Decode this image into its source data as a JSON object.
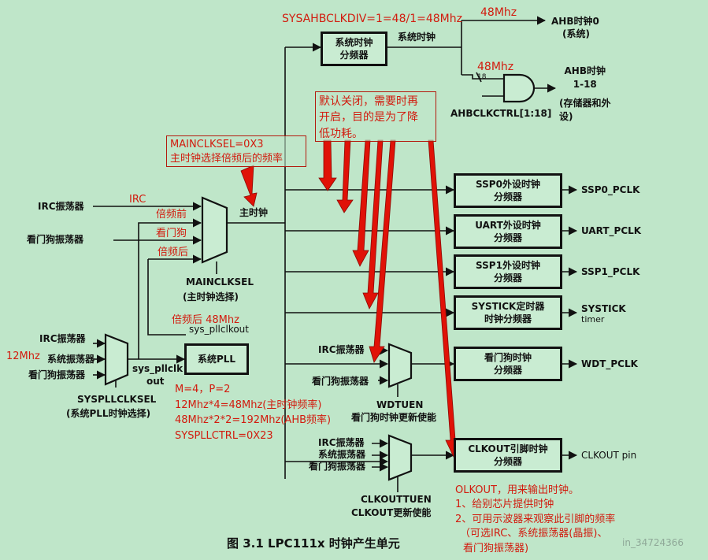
{
  "boxes": {
    "sysclk_div": [
      "系统时钟",
      "分频器"
    ],
    "ssp0": [
      "SSP0外设时钟",
      "分频器"
    ],
    "uart": [
      "UART外设时钟",
      "分频器"
    ],
    "ssp1": [
      "SSP1外设时钟",
      "分频器"
    ],
    "systick": [
      "SYSTICK定时器",
      "时钟分频器"
    ],
    "wdt": [
      "看门狗时钟",
      "分频器"
    ],
    "clkout": [
      "CLKOUT引脚时钟",
      "分频器"
    ],
    "syspll": "系统PLL"
  },
  "labels": {
    "sysahb": "SYSAHBCLKDIV=1=48/1=48Mhz",
    "sys_clock": "系统时钟",
    "mhz48_top": "48Mhz",
    "mhz48_gate": "48Mhz",
    "bus18": "18",
    "ahb0": [
      "AHB时钟0",
      "(系统)"
    ],
    "ahb118": [
      "AHB时钟",
      "1-18",
      "(存储器和外",
      "设)"
    ],
    "ahbclkctrl": "AHBCLKCTRL[1:18]",
    "mainclksel_reg": [
      "MAINCLKSEL=0X3",
      "主时钟选择倍频后的频率"
    ],
    "irc_osc_main": "IRC振荡器",
    "irc_red": "IRC",
    "wdt_osc_main": "看门狗振荡器",
    "before_mult": "倍频前",
    "wdt_red": "看门狗",
    "after_mult": "倍频后",
    "main_clock": "主时钟",
    "mainclksel": "MAINCLKSEL",
    "mainclksel_sub": "(主时钟选择)",
    "after_mult_48": "倍频后 48Mhz",
    "sys_pllclkout": "sys_pllclkout",
    "irc_osc_pll": "IRC振荡器",
    "mhz12": "12Mhz",
    "sys_osc_pll": "系统振荡器",
    "wdt_osc_pll": "看门狗振荡器",
    "sys_pllclk_out": [
      "sys_pllclk",
      "out"
    ],
    "syspllclksel": "SYSPLLCLKSEL",
    "syspllclksel_sub": "(系统PLL时钟选择)",
    "pll_params": [
      "M=4，P=2",
      "12Mhz*4=48Mhz(主时钟频率)",
      "48Mhz*2*2=192Mhz(AHB频率)",
      "SYSPLLCTRL=0X23"
    ],
    "irc_osc_wdt": "IRC振荡器",
    "wdt_osc_wdt": "看门狗振荡器",
    "wdtuen": "WDTUEN",
    "wdtuen_sub": "看门狗时钟更新使能",
    "irc_osc_clk": "IRC振荡器",
    "sys_osc_clk": "系统振荡器",
    "wdt_osc_clk": "看门狗振荡器",
    "clkouttuen": "CLKOUTTUEN",
    "clkout_update": "CLKOUT更新使能",
    "ssp0_pclk": "SSP0_PCLK",
    "uart_pclk": "UART_PCLK",
    "ssp1_pclk": "SSP1_PCLK",
    "systick_out": [
      "SYSTICK",
      "timer"
    ],
    "wdt_pclk": "WDT_PCLK",
    "clkout_pin": "CLKOUT pin",
    "note_default": [
      "默认关闭，需要时再",
      "开启，目的是为了降",
      "低功耗。"
    ],
    "clkout_note": [
      "OLKOUT，用来输出时钟。",
      "1、给别芯片提供时钟",
      "2、可用示波器来观察此引脚的频率",
      "（可选IRC、系统振荡器(晶振)、",
      "看门狗振荡器)"
    ],
    "caption": "图 3.1    LPC111x 时钟产生单元",
    "watermark": "in_34724366"
  },
  "colors": {
    "background": "#bfe6c9",
    "annotation": "#d21b0e",
    "line": "#111111"
  }
}
